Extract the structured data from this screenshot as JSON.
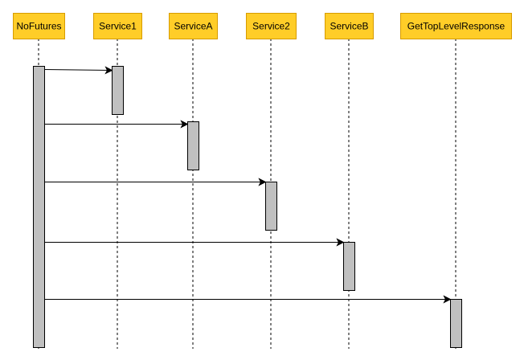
{
  "colors": {
    "participant_fill": "#ffcd28",
    "participant_stroke": "#d79b00",
    "activation_fill": "#c0c0c0",
    "line": "#000000",
    "background": "#ffffff"
  },
  "participants": [
    {
      "label": "NoFutures"
    },
    {
      "label": "Service1"
    },
    {
      "label": "ServiceA"
    },
    {
      "label": "Service2"
    },
    {
      "label": "ServiceB"
    },
    {
      "label": "GetTopLevelResponse"
    }
  ],
  "messages": [
    {
      "from": "NoFutures",
      "to": "Service1"
    },
    {
      "from": "NoFutures",
      "to": "ServiceA"
    },
    {
      "from": "NoFutures",
      "to": "Service2"
    },
    {
      "from": "NoFutures",
      "to": "ServiceB"
    },
    {
      "from": "NoFutures",
      "to": "GetTopLevelResponse"
    }
  ]
}
